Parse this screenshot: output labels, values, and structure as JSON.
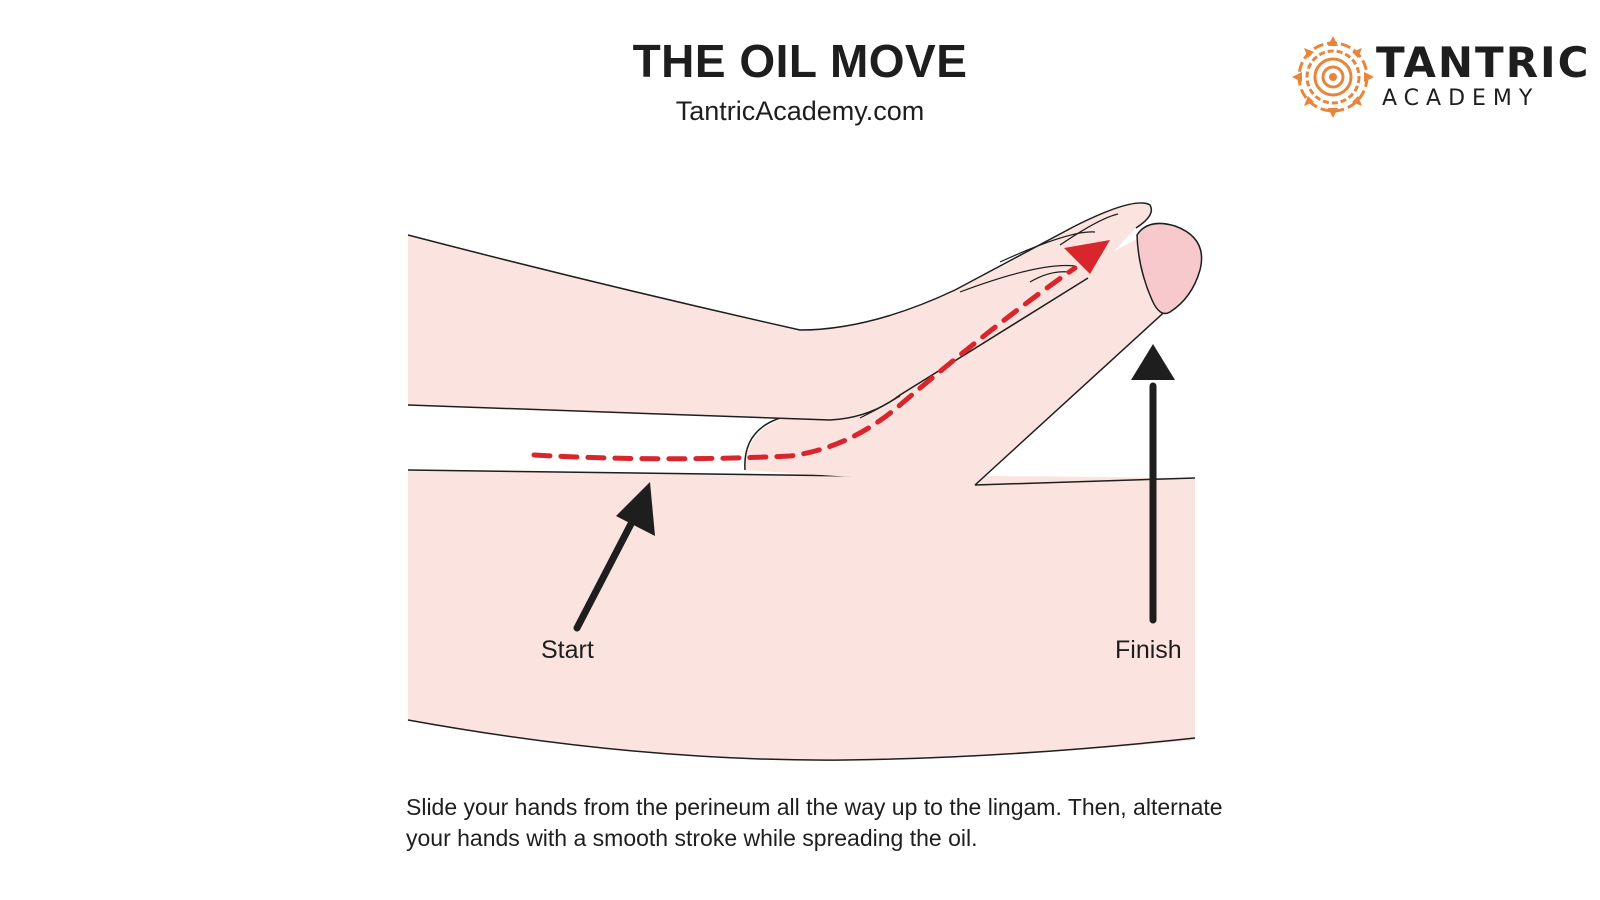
{
  "header": {
    "title": "THE OIL MOVE",
    "subtitle": "TantricAcademy.com"
  },
  "logo": {
    "word": "TANTRIC",
    "sub": "ACADEMY",
    "icon": "mandala-icon",
    "color": "#e8853a"
  },
  "diagram": {
    "skin_color": "#fbe4df",
    "tip_color": "#f7c9cd",
    "path_color": "#d8262c",
    "arrow_color": "#1e1e1e",
    "start_label": "Start",
    "finish_label": "Finish"
  },
  "caption": "Slide your hands from the perineum all the way up to the lingam. Then, alternate your hands with a smooth stroke while spreading the oil."
}
